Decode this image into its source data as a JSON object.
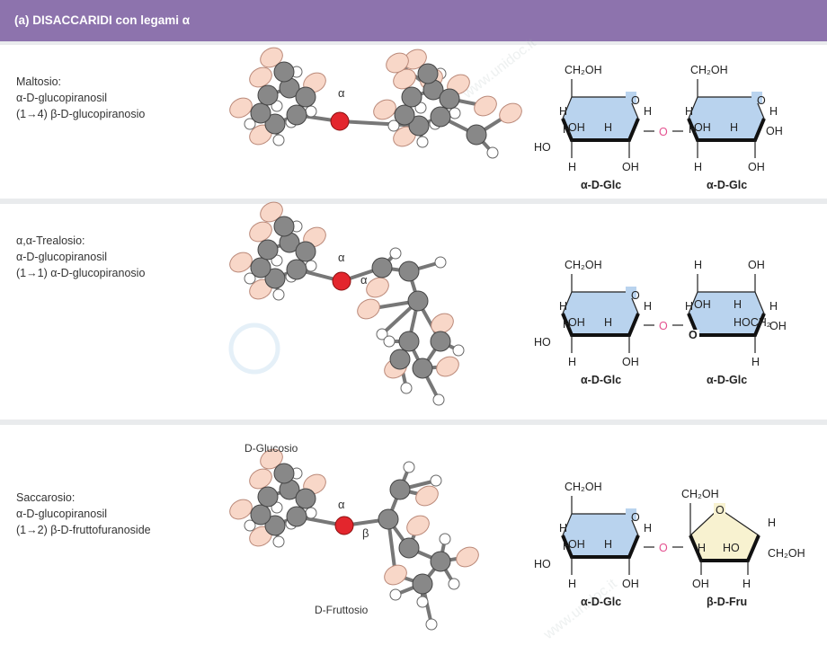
{
  "header": {
    "title": "(a) DISACCARIDI con legami α"
  },
  "colors": {
    "header": "#8d73ad",
    "glucose_ring": "#b9d3ee",
    "fructose_ring": "#f8f2d0",
    "oxygen_atom": "#e3262d",
    "carbon_atom": "#888888",
    "hydrogen_atom": "#ffffff",
    "oxygen_light": "#f8d7c8",
    "link_o": "#e4508f"
  },
  "panels": [
    {
      "name_line": "Maltosio:",
      "desc_lines": [
        "α-D-glucopiranosil",
        "(1→4) β-D-glucopiranosio"
      ],
      "model_labels": [
        "α"
      ],
      "haworth": {
        "left": {
          "top_group": "CH₂OH",
          "ring_o": "O",
          "c5_h": "H",
          "c4_h": "H",
          "c4_ho": "HO",
          "c1_h": "H",
          "c3_oh": "OH",
          "c3_h": "H",
          "c2_h": "H",
          "c2_oh": "OH",
          "name": "α-D-Glc"
        },
        "link_o": "O",
        "right": {
          "top_group": "CH₂OH",
          "ring_o": "O",
          "c5_h": "H",
          "c4_h": "H",
          "c1_h": "H",
          "c3_oh": "OH",
          "c3_h": "H",
          "c1_oh": "OH",
          "c2_h": "H",
          "c2_oh": "OH",
          "name": "α-D-Glc"
        }
      }
    },
    {
      "name_line": "α,α-Trealosio:",
      "desc_lines": [
        "α-D-glucopiranosil",
        "(1→1) α-D-glucopiranosio"
      ],
      "model_labels": [
        "α",
        "α"
      ],
      "haworth": {
        "left": {
          "top_group": "CH₂OH",
          "ring_o": "O",
          "c5_h": "H",
          "c4_h": "H",
          "c4_ho": "HO",
          "c1_h": "H",
          "c3_oh": "OH",
          "c3_h": "H",
          "c2_h": "H",
          "c2_oh": "OH",
          "name": "α-D-Glc"
        },
        "link_o": "O",
        "right": {
          "top_h": "H",
          "top_oh": "OH",
          "c2_h": "H",
          "c3_h": "H",
          "c4_h": "H",
          "c2_oh": "OH",
          "ch2oh": "HOCH₂",
          "ring_o": "O",
          "c4_oh": "OH",
          "c1_h": "H",
          "name": "α-D-Glc"
        }
      }
    },
    {
      "name_line": "Saccarosio:",
      "desc_lines": [
        "α-D-glucopiranosil",
        "(1→2) β-D-fruttofuranoside"
      ],
      "model_labels": [
        "α",
        "β"
      ],
      "model_names": [
        "D-Glucosio",
        "D-Fruttosio"
      ],
      "haworth": {
        "left": {
          "top_group": "CH₂OH",
          "ring_o": "O",
          "c5_h": "H",
          "c4_h": "H",
          "c4_ho": "HO",
          "c1_h": "H",
          "c3_oh": "OH",
          "c3_h": "H",
          "c2_h": "H",
          "c2_oh": "OH",
          "name": "α-D-Glc"
        },
        "link_o": "O",
        "right": {
          "top_group": "CH₂OH",
          "ring_o": "O",
          "c5_h": "H",
          "c3_h": "H",
          "c4_ho": "HO",
          "c6_ch2oh": "CH₂OH",
          "c3_oh": "OH",
          "c4_h": "H",
          "name": "β-D-Fru"
        }
      }
    }
  ],
  "watermark": "www.unidoc.it"
}
